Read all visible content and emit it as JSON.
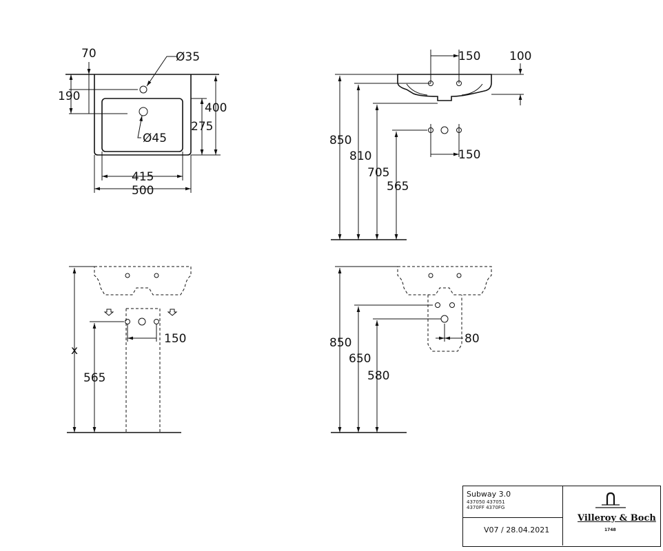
{
  "top_view": {
    "dim_70": "70",
    "dim_190": "190",
    "dim_400": "400",
    "dim_275": "275",
    "dim_415": "415",
    "dim_500": "500",
    "dia_35": "Ø35",
    "dia_45": "Ø45"
  },
  "side_view": {
    "dim_150_top": "150",
    "dim_100": "100",
    "dim_150_holes": "150",
    "dim_850": "850",
    "dim_810": "810",
    "dim_705": "705",
    "dim_565": "565"
  },
  "pedestal_view": {
    "dim_x": "x",
    "dim_565": "565",
    "dim_150": "150"
  },
  "semi_pedestal_view": {
    "dim_850": "850",
    "dim_650": "650",
    "dim_580": "580",
    "dim_80": "80"
  },
  "title_block": {
    "product": "Subway 3.0",
    "codes_line1": "437050 437051",
    "codes_line2": "4370FF 4370FG",
    "version_date": "V07 / 28.04.2021",
    "brand": "Villeroy & Boch",
    "brand_year": "1748"
  }
}
